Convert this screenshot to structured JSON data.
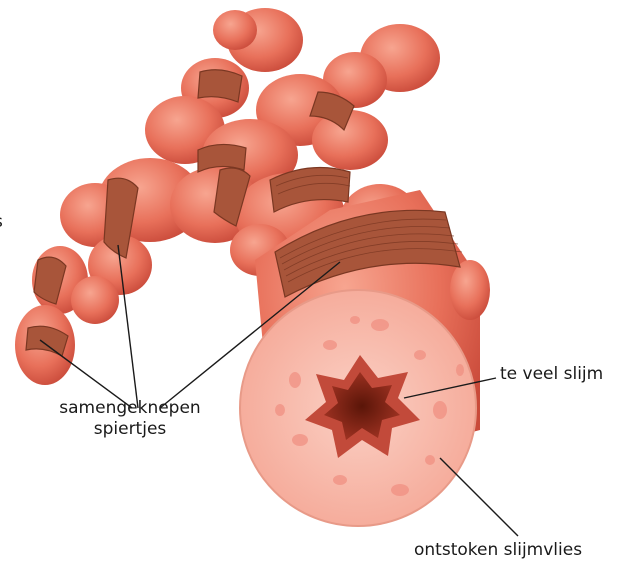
{
  "labels": {
    "left_cut": "s",
    "muscles_line1": "samengeknepen",
    "muscles_line2": "spiertjes",
    "mucus": "te veel slijm",
    "mucosa": "ontstoken slijmvlies"
  },
  "colors": {
    "tissue": "#e8705a",
    "tissue_dark": "#c94a3a",
    "tissue_light": "#f49a82",
    "muscle": "#a8553a",
    "muscle_line": "#7a3722",
    "crosssection": "#f7b6a6",
    "crosssection_spot": "#f08e80",
    "lumen": "#7a2515",
    "mucus_ring": "#c24a3a",
    "leader_line": "#1a1a1a"
  },
  "icons": [
    "bronchus-tube-illustration",
    "bronchus-cross-section",
    "constricted-muscle-bands"
  ]
}
